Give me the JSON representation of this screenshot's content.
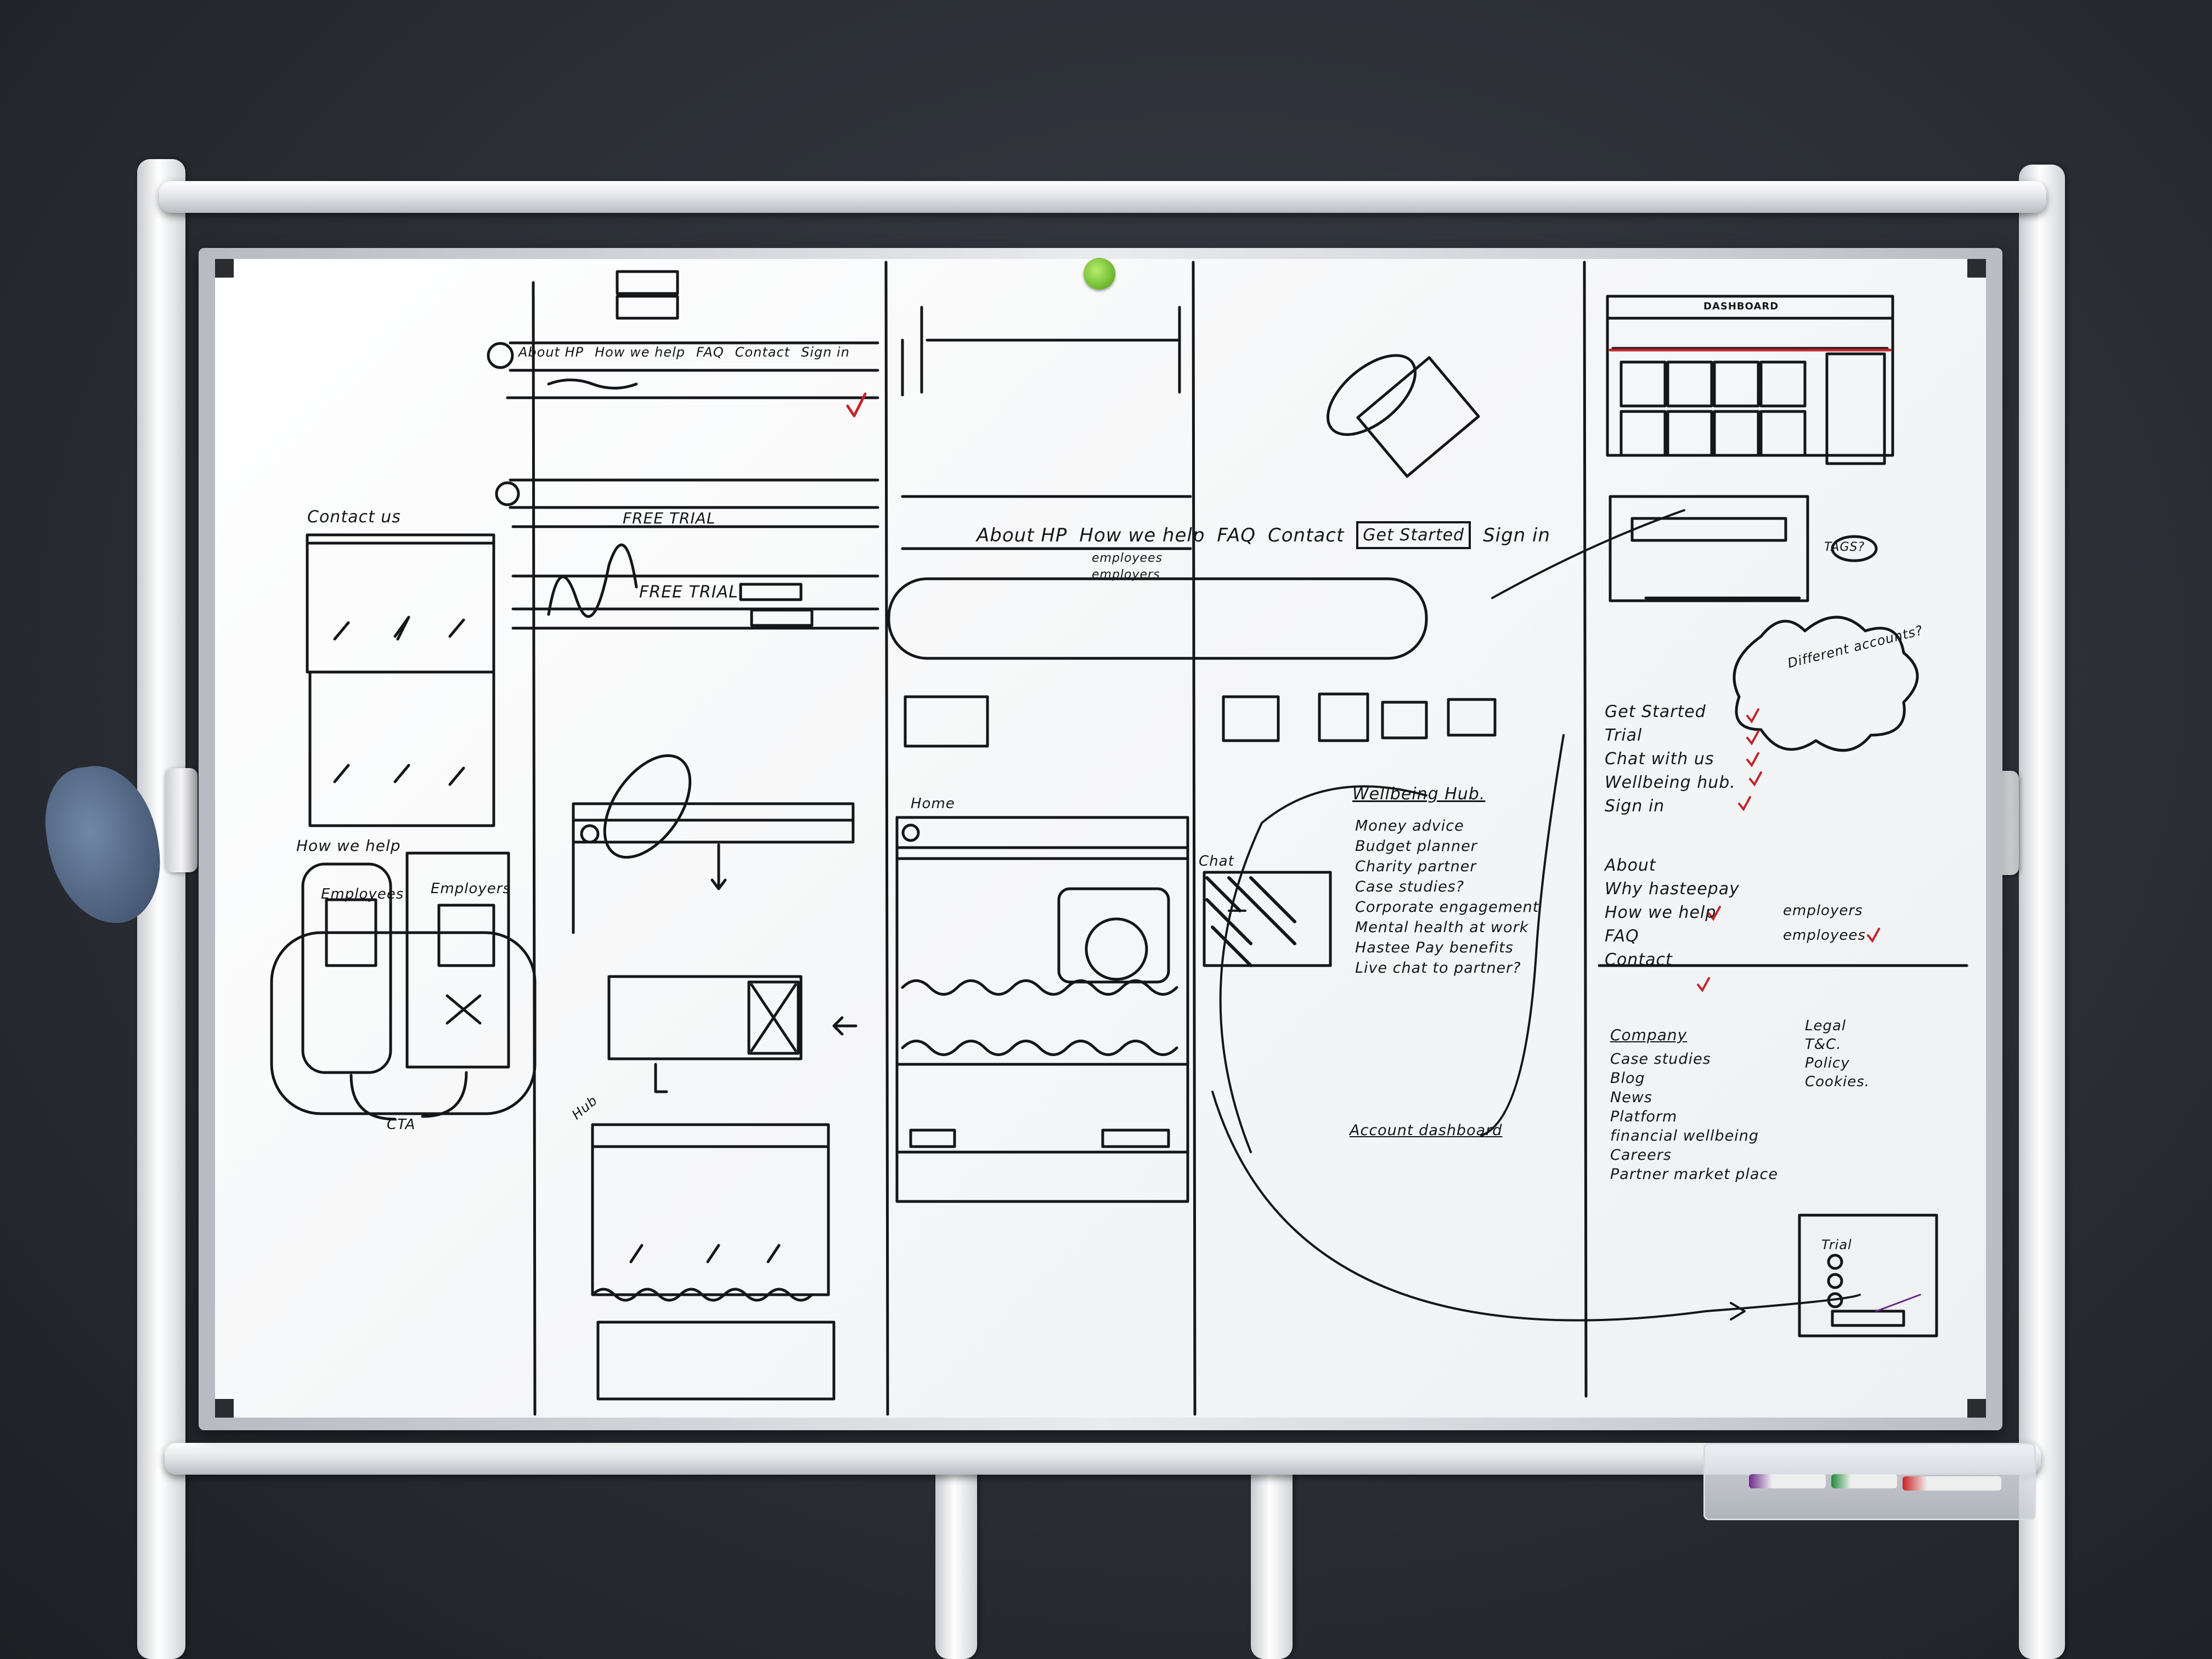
{
  "board": {
    "header_cells": [
      "About HP",
      "How we help",
      "FAQ",
      "Contact",
      "Get Started",
      "Sign in"
    ],
    "nav_audience": [
      "employees",
      "employers"
    ],
    "free_trial": "FREE TRIAL",
    "cta": "CTA",
    "dashboard": "DASHBOARD",
    "hub": "Hub",
    "home": "Home"
  },
  "column2": {
    "header_left": "Contact us",
    "how_we_help": "How we help",
    "employees": "Employees",
    "employers": "Employers"
  },
  "column5": {
    "wellbeing_title": "Wellbeing Hub.",
    "wellbeing_items": [
      "Money advice",
      "Budget planner",
      "Charity partner",
      "Case studies?",
      "Corporate engagement",
      "Mental health at work",
      "Hastee Pay benefits",
      "Live chat to partner?"
    ],
    "account_title": "Account dashboard",
    "chat_label": "Chat"
  },
  "column6": {
    "checklist": [
      "Get Started",
      "Trial",
      "Chat with us",
      "Wellbeing hub.",
      "Sign in"
    ],
    "list2": [
      "About",
      "Why hasteepay",
      "How we help",
      "FAQ",
      "Contact"
    ],
    "employers": "employers",
    "employees": "employees",
    "company_title": "Company",
    "company_items": [
      "Case studies",
      "Blog",
      "News",
      "Platform",
      "financial wellbeing",
      "Careers",
      "Partner market place"
    ],
    "legal_items": [
      "Legal",
      "T&C.",
      "Policy",
      "Cookies."
    ],
    "accounts_question": "Different accounts?",
    "tags": "TAGS?",
    "trial_box": "Trial"
  },
  "colors": {
    "ink": "#15161a",
    "red_ink": "#c0262b",
    "magnet": "#7fc23c",
    "wall": "#2b2e35"
  }
}
